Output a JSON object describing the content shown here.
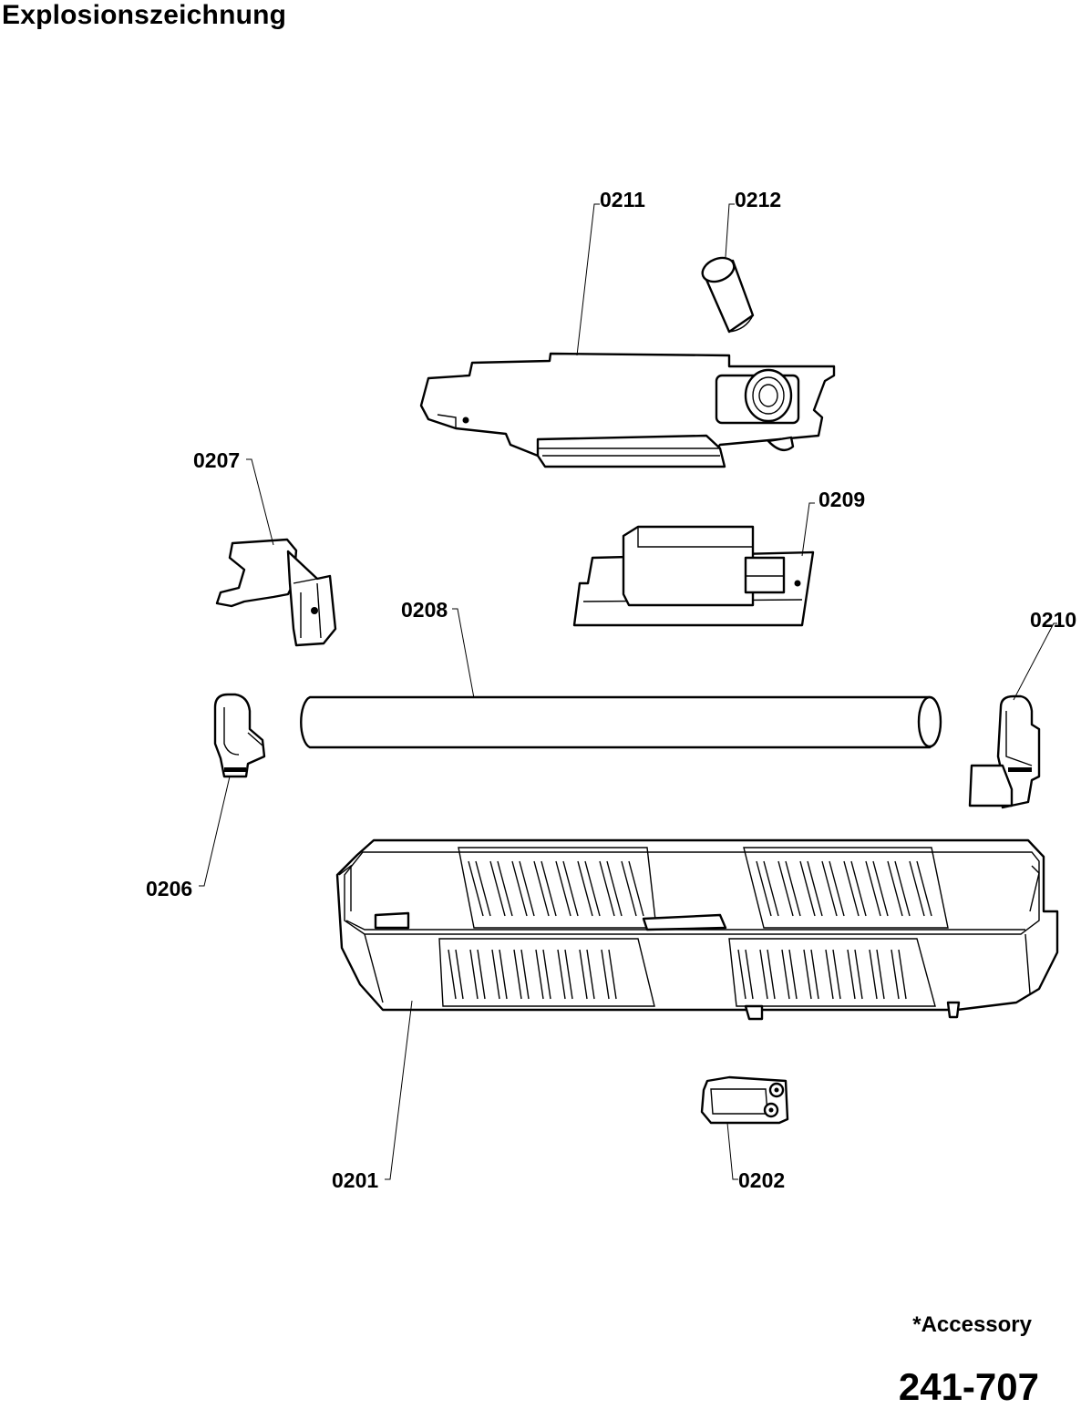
{
  "title": "Explosionszeichnung",
  "callouts": {
    "c0201": "0201",
    "c0202": "0202",
    "c0206": "0206",
    "c0207": "0207",
    "c0208": "0208",
    "c0209": "0209",
    "c0210": "0210",
    "c0211": "0211",
    "c0212": "0212"
  },
  "footer": {
    "note": "*Accessory",
    "document_number": "241-707"
  }
}
